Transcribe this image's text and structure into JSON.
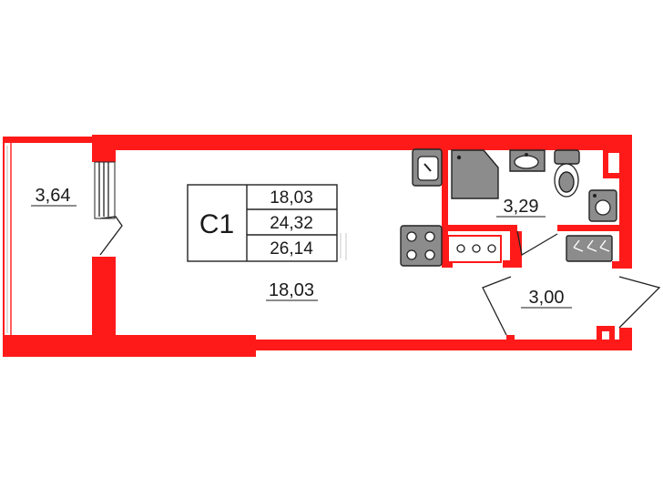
{
  "plan": {
    "apartment_code": "C1",
    "summary_areas": [
      "18,03",
      "24,32",
      "26,14"
    ],
    "rooms": {
      "balcony": "3,64",
      "living": "18,03",
      "bathroom": "3,29",
      "hallway": "3,00"
    },
    "colors": {
      "walls": "#ff1a1a",
      "fixtures": "#8c8c8c",
      "text": "#1a1a1a"
    }
  }
}
